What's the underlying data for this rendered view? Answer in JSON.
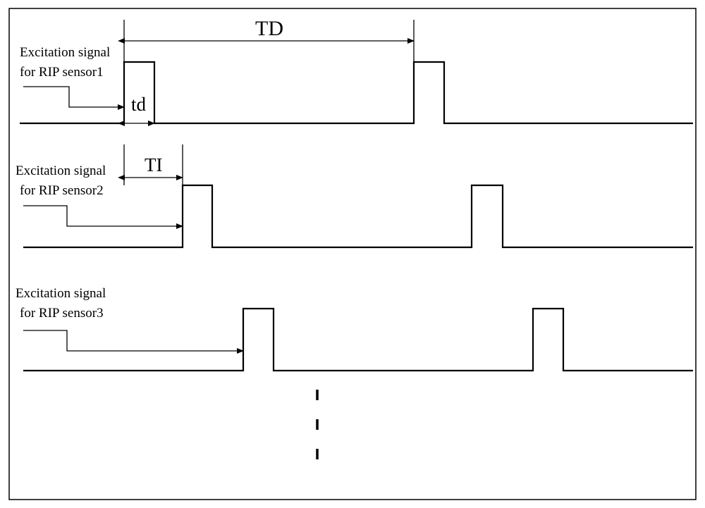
{
  "signals": [
    {
      "line1": "Excitation signal",
      "line2": "for RIP sensor1"
    },
    {
      "line1": "Excitation signal",
      "line2": "for RIP sensor2"
    },
    {
      "line1": "Excitation signal",
      "line2": "for RIP sensor3"
    }
  ],
  "annotations": {
    "td_long": "TD",
    "td_short": "td",
    "ti": "TI"
  },
  "continuation": "⋮",
  "colors": {
    "line": "#000000",
    "border": "#000000",
    "background": "#ffffff"
  }
}
